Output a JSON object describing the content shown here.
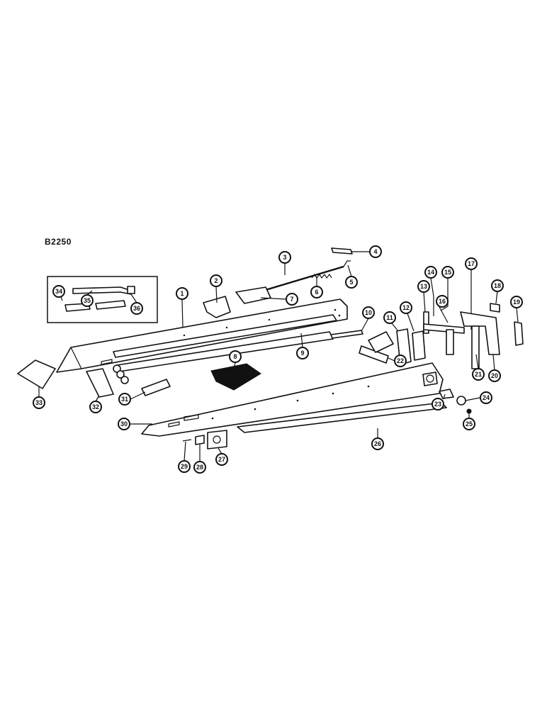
{
  "figure_ref": "B2250",
  "callouts": [
    {
      "label": "1"
    },
    {
      "label": "2"
    },
    {
      "label": "3"
    },
    {
      "label": "4"
    },
    {
      "label": "5"
    },
    {
      "label": "6"
    },
    {
      "label": "7"
    },
    {
      "label": "8"
    },
    {
      "label": "9"
    },
    {
      "label": "10"
    },
    {
      "label": "11"
    },
    {
      "label": "12"
    },
    {
      "label": "13"
    },
    {
      "label": "14"
    },
    {
      "label": "15"
    },
    {
      "label": "16"
    },
    {
      "label": "17"
    },
    {
      "label": "18"
    },
    {
      "label": "19"
    },
    {
      "label": "20"
    },
    {
      "label": "21"
    },
    {
      "label": "22"
    },
    {
      "label": "23"
    },
    {
      "label": "24"
    },
    {
      "label": "25"
    },
    {
      "label": "26"
    },
    {
      "label": "27"
    },
    {
      "label": "28"
    },
    {
      "label": "29"
    },
    {
      "label": "30"
    },
    {
      "label": "31"
    },
    {
      "label": "32"
    },
    {
      "label": "33"
    },
    {
      "label": "34"
    },
    {
      "label": "35"
    },
    {
      "label": "36"
    }
  ]
}
